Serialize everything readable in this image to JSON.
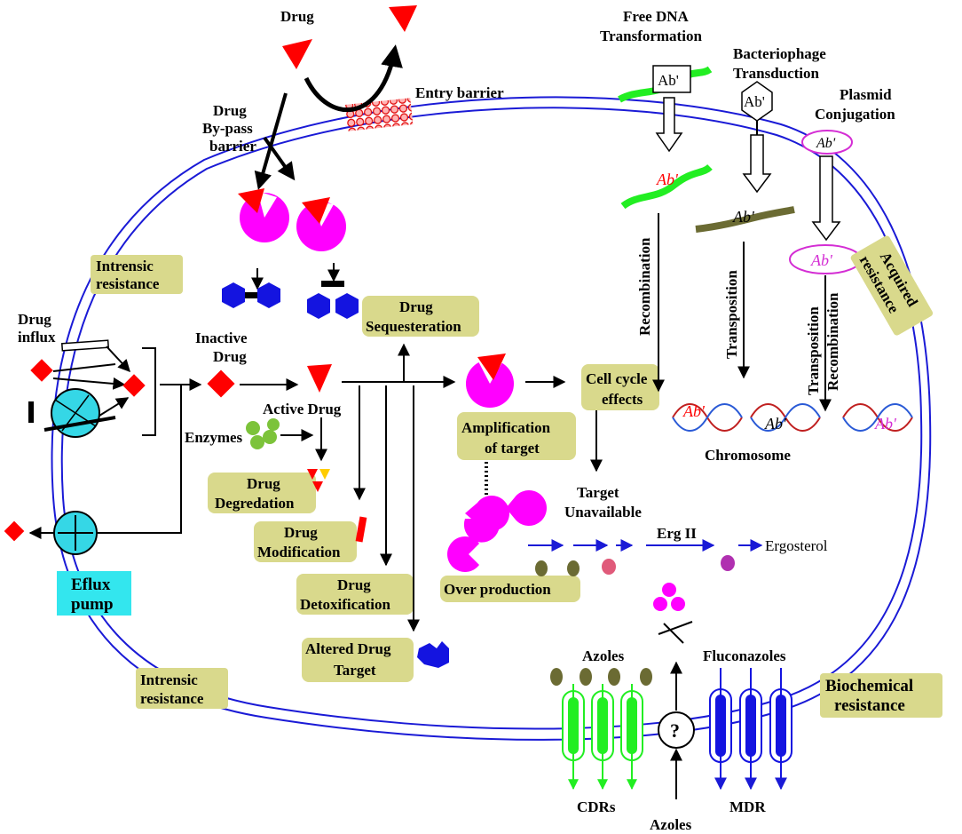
{
  "colors": {
    "membrane": "#1a1ad6",
    "drug": "#ff0000",
    "enzyme": "#ff00ff",
    "target_hex": "#1414e0",
    "label_box": "#d9d98c",
    "efflux_box": "#33e6ee",
    "pump": "#35d7e6",
    "dna_green": "#22ee22",
    "dna_olive": "#6b6b33",
    "cdr_green": "#22ee22",
    "mdr_blue": "#1414e0",
    "azole_olive": "#6b6b33"
  },
  "labels": {
    "drug_top": "Drug",
    "entry_barrier": "Entry barrier",
    "bypass_1": "Drug",
    "bypass_2": "By-pass",
    "bypass_3": "barrier",
    "free_dna_1": "Free DNA",
    "free_dna_2": "Transformation",
    "phage_1": "Bacteriophage",
    "phage_2": "Transduction",
    "plasmid_1": "Plasmid",
    "plasmid_2": "Conjugation",
    "ab": "Ab'",
    "recombination": "Recombination",
    "transposition": "Transposition",
    "transposition_recombination_1": "Transposition",
    "transposition_recombination_2": "Recombination",
    "acquired_resistance_1": "Acquired",
    "acquired_resistance_2": "resistance",
    "intrinsic_resistance_top_1": "Intrensic",
    "intrinsic_resistance_top_2": "resistance",
    "drug_influx_1": "Drug",
    "drug_influx_2": "influx",
    "inactive_drug_1": "Inactive",
    "inactive_drug_2": "Drug",
    "active_drug": "Active Drug",
    "enzymes": "Enzymes",
    "drug_sequestration_1": "Drug",
    "drug_sequestration_2": "Sequesteration",
    "drug_degradation_1": "Drug",
    "drug_degradation_2": "Degredation",
    "drug_modification_1": "Drug",
    "drug_modification_2": "Modification",
    "drug_detoxification_1": "Drug",
    "drug_detoxification_2": "Detoxification",
    "altered_target_1": "Altered Drug",
    "altered_target_2": "Target",
    "amplification_1": "Amplification",
    "amplification_2": "of target",
    "cell_cycle_1": "Cell cycle",
    "cell_cycle_2": "effects",
    "target_unavailable_1": "Target",
    "target_unavailable_2": "Unavailable",
    "chromosome": "Chromosome",
    "erg_ii": "Erg II",
    "ergosterol": "Ergosterol",
    "over_production": "Over production",
    "efflux_pump_1": "Eflux",
    "efflux_pump_2": "pump",
    "intrinsic_resistance_bottom_1": "Intrensic",
    "intrinsic_resistance_bottom_2": "resistance",
    "azoles_top": "Azoles",
    "fluconazoles": "Fluconazoles",
    "biochemical_resistance_1": "Biochemical",
    "biochemical_resistance_2": "resistance",
    "question_mark": "?",
    "cdrs": "CDRs",
    "azoles_bottom": "Azoles",
    "mdr": "MDR"
  }
}
